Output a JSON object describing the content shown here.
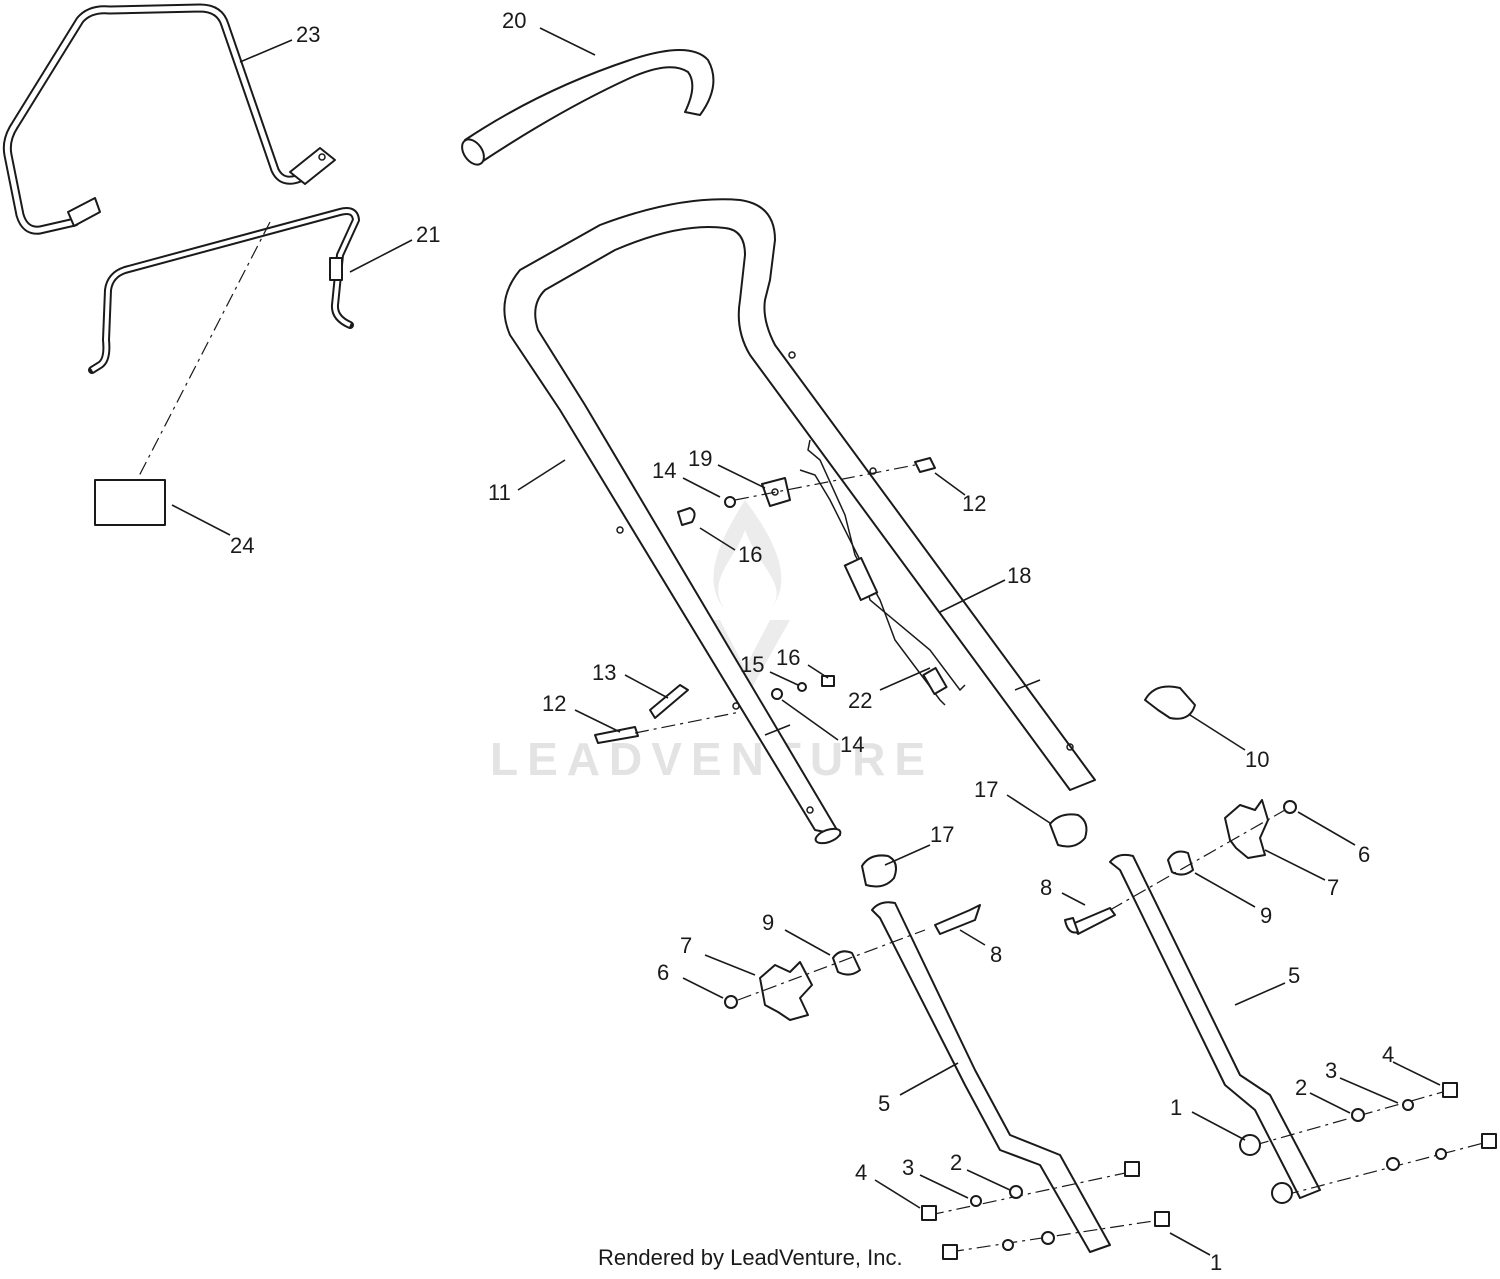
{
  "watermark": {
    "text": "LEADVENTURE"
  },
  "credit": "Rendered by LeadVenture, Inc.",
  "callouts": [
    "23",
    "20",
    "21",
    "24",
    "11",
    "19",
    "14",
    "16",
    "12",
    "18",
    "13",
    "15",
    "16",
    "12",
    "22",
    "14",
    "17",
    "10",
    "17",
    "6",
    "7",
    "8",
    "9",
    "7",
    "9",
    "8",
    "6",
    "5",
    "5",
    "1",
    "2",
    "3",
    "4",
    "4",
    "3",
    "2",
    "1"
  ]
}
